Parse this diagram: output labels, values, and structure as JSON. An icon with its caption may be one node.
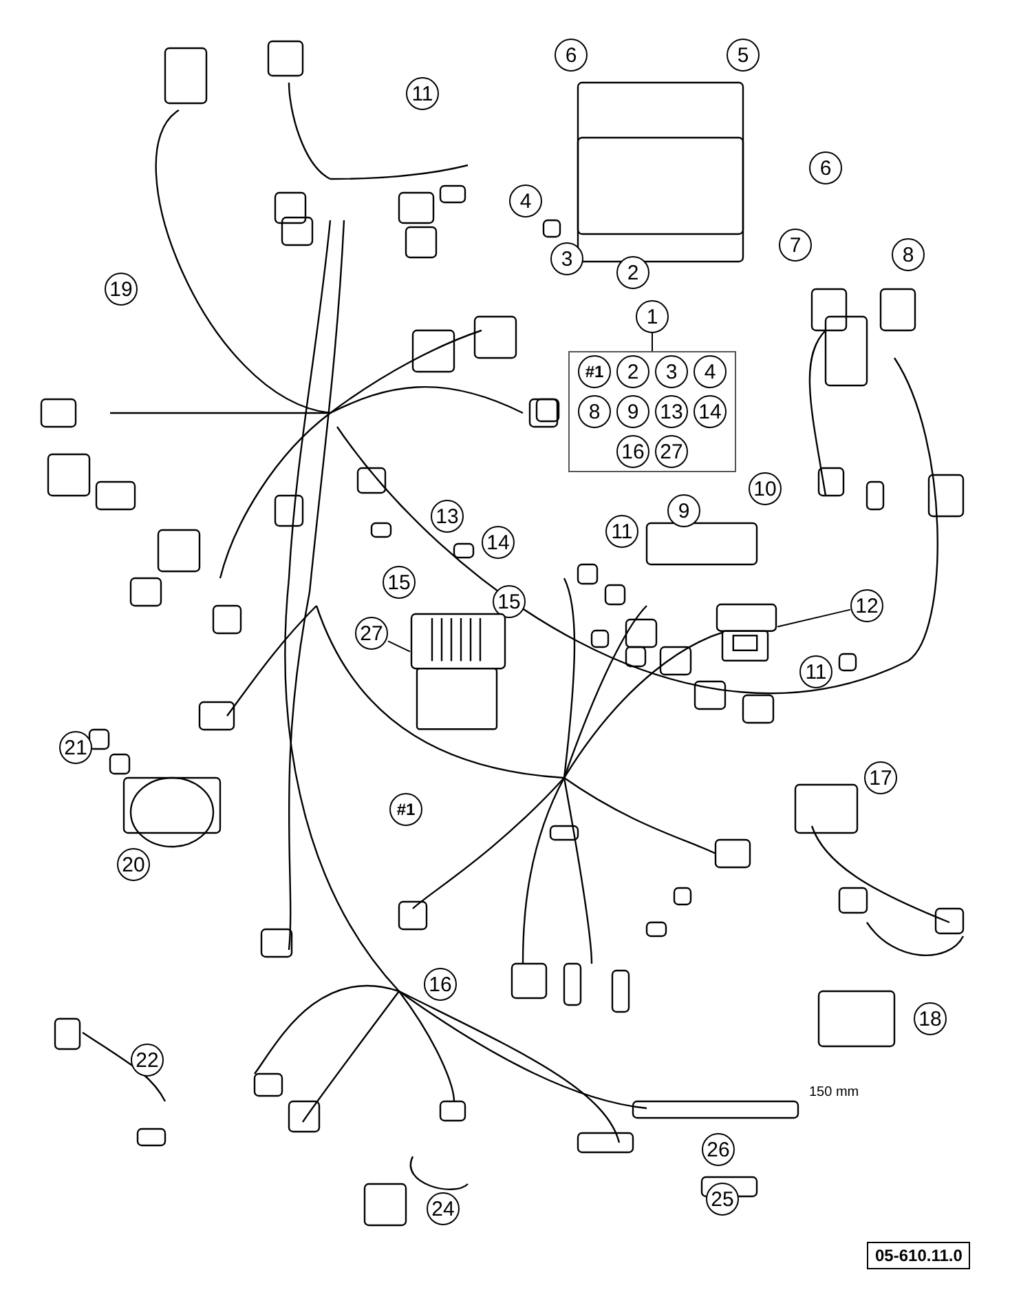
{
  "diagram": {
    "nodes": [
      {
        "text": [
          "6"
        ]
      },
      {
        "text": [
          "5"
        ]
      },
      {
        "text": [
          "11"
        ]
      },
      {
        "text": [
          "6"
        ]
      },
      {
        "text": [
          "4"
        ]
      },
      {
        "text": [
          "3"
        ]
      },
      {
        "text": [
          "7"
        ]
      },
      {
        "text": [
          "8"
        ]
      },
      {
        "text": [
          "2"
        ]
      },
      {
        "text": [
          "19"
        ]
      },
      {
        "text": [
          "1"
        ]
      },
      {
        "text": [],
        "shape": "box"
      },
      {
        "text": [
          "#1"
        ],
        "in": 11
      },
      {
        "text": [
          "2"
        ],
        "in": 11
      },
      {
        "text": [
          "3"
        ],
        "in": 11
      },
      {
        "text": [
          "4"
        ],
        "in": 11
      },
      {
        "text": [
          "8"
        ],
        "in": 11
      },
      {
        "text": [
          "9"
        ],
        "in": 11
      },
      {
        "text": [
          "13"
        ],
        "in": 11
      },
      {
        "text": [
          "14"
        ],
        "in": 11
      },
      {
        "text": [
          "16"
        ],
        "in": 11
      },
      {
        "text": [
          "27"
        ],
        "in": 11
      },
      {
        "text": [
          "10"
        ]
      },
      {
        "text": [
          "9"
        ]
      },
      {
        "text": [
          "13"
        ]
      },
      {
        "text": [
          "11"
        ]
      },
      {
        "text": [
          "14"
        ]
      },
      {
        "text": [
          "15"
        ]
      },
      {
        "text": [
          "15"
        ]
      },
      {
        "text": [
          "12"
        ]
      },
      {
        "text": [
          "27"
        ]
      },
      {
        "text": [],
        "shape": "picture"
      },
      {
        "text": [],
        "shape": "picture"
      },
      {
        "text": [
          "11"
        ]
      },
      {
        "text": [
          "21"
        ]
      },
      {
        "text": [
          "17"
        ]
      },
      {
        "text": [
          "#1"
        ]
      },
      {
        "text": [
          "20"
        ]
      },
      {
        "text": [
          "16"
        ]
      },
      {
        "text": [
          "18"
        ]
      },
      {
        "text": [
          "22"
        ]
      },
      {
        "text": [
          "26"
        ]
      },
      {
        "text": [
          "25"
        ]
      },
      {
        "text": [
          "24"
        ]
      },
      {
        "text": [
          "05-610.11.0"
        ]
      }
    ],
    "edges": [
      {
        "from": 10,
        "to": 11,
        "arrow": "none"
      },
      {
        "from": 30,
        "to": 31,
        "arrow": "none"
      },
      {
        "from": 29,
        "to": 32,
        "arrow": "none"
      }
    ],
    "labels": [
      "150 mm"
    ]
  }
}
